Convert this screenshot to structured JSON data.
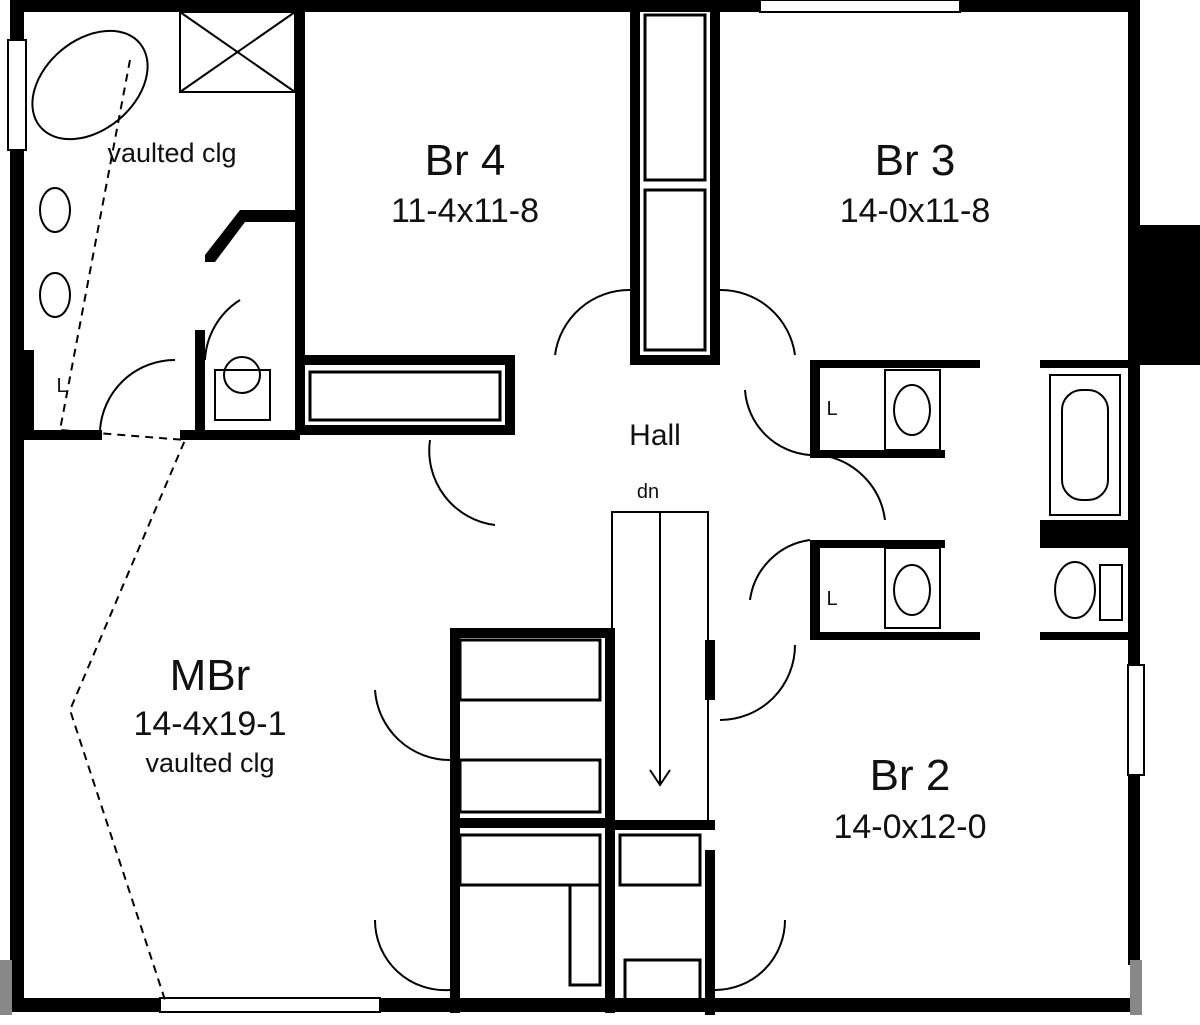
{
  "rooms": {
    "br4": {
      "name": "Br 4",
      "size": "11-4x11-8"
    },
    "br3": {
      "name": "Br 3",
      "size": "14-0x11-8"
    },
    "br2": {
      "name": "Br 2",
      "size": "14-0x12-0"
    },
    "mbr": {
      "name": "MBr",
      "size": "14-4x19-1",
      "note": "vaulted clg"
    },
    "master_bath": {
      "note": "vaulted clg"
    },
    "hall": {
      "name": "Hall",
      "stair_label": "dn"
    }
  },
  "fixtures": {
    "linen_label": "L"
  }
}
